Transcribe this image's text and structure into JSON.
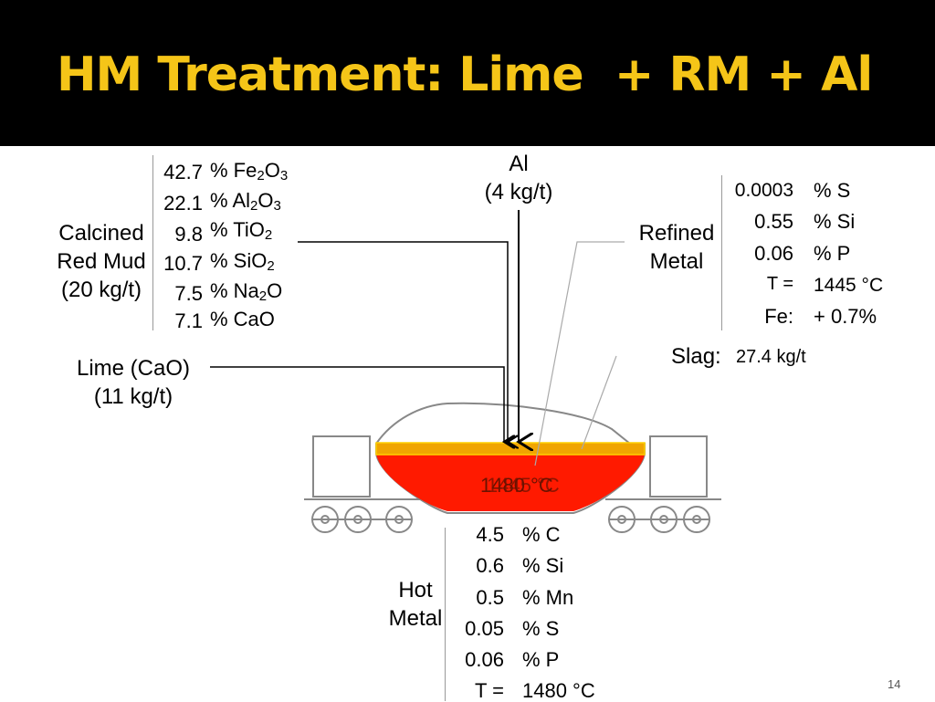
{
  "title": "HM Treatment: Lime  + RM + Al",
  "red_mud": {
    "label_lines": [
      "Calcined",
      "Red Mud",
      "(20 kg/t)"
    ],
    "components": [
      {
        "value": "42.7",
        "pre": "% Fe",
        "s1": "2",
        "mid": "O",
        "s2": "3",
        "post": ""
      },
      {
        "value": "22.1",
        "pre": "% Al",
        "s1": "2",
        "mid": "O",
        "s2": "3",
        "post": ""
      },
      {
        "value": "9.8",
        "pre": "% TiO",
        "s1": "2",
        "mid": "",
        "s2": "",
        "post": ""
      },
      {
        "value": "10.7",
        "pre": "% SiO",
        "s1": "2",
        "mid": "",
        "s2": "",
        "post": ""
      },
      {
        "value": "7.5",
        "pre": "% Na",
        "s1": "2",
        "mid": "O",
        "s2": "",
        "post": ""
      },
      {
        "value": "7.1",
        "pre": "% CaO",
        "s1": "",
        "mid": "",
        "s2": "",
        "post": ""
      }
    ]
  },
  "lime": {
    "label_lines": [
      "Lime (CaO)",
      "(11 kg/t)"
    ]
  },
  "al": {
    "label_lines": [
      "Al",
      "(4 kg/t)"
    ]
  },
  "refined_metal": {
    "label_lines": [
      "Refined",
      "Metal"
    ],
    "rows": [
      {
        "value": "0.0003",
        "unit": "% S"
      },
      {
        "value": "0.55",
        "unit": "% Si"
      },
      {
        "value": "0.06",
        "unit": "% P"
      },
      {
        "value": "T =",
        "unit": "1445 °C"
      },
      {
        "value": "Fe:",
        "unit": "+ 0.7%"
      }
    ]
  },
  "slag": {
    "label": "Slag:",
    "value": "27.4 kg/t"
  },
  "ladle": {
    "temp_a": "1480 °C",
    "temp_b": "1445 °C"
  },
  "hot_metal": {
    "label_lines": [
      "Hot",
      "Metal"
    ],
    "rows": [
      {
        "value": "4.5",
        "unit": "% C"
      },
      {
        "value": "0.6",
        "unit": "% Si"
      },
      {
        "value": "0.5",
        "unit": "% Mn"
      },
      {
        "value": "0.05",
        "unit": "% S"
      },
      {
        "value": "0.06",
        "unit": "% P"
      },
      {
        "value": "T =",
        "unit": "1480 °C"
      }
    ]
  },
  "page_number": "14",
  "colors": {
    "title": "#f5c518",
    "header_bg": "#000000",
    "metal": "#ff1a00",
    "slag": "#f0a500"
  }
}
